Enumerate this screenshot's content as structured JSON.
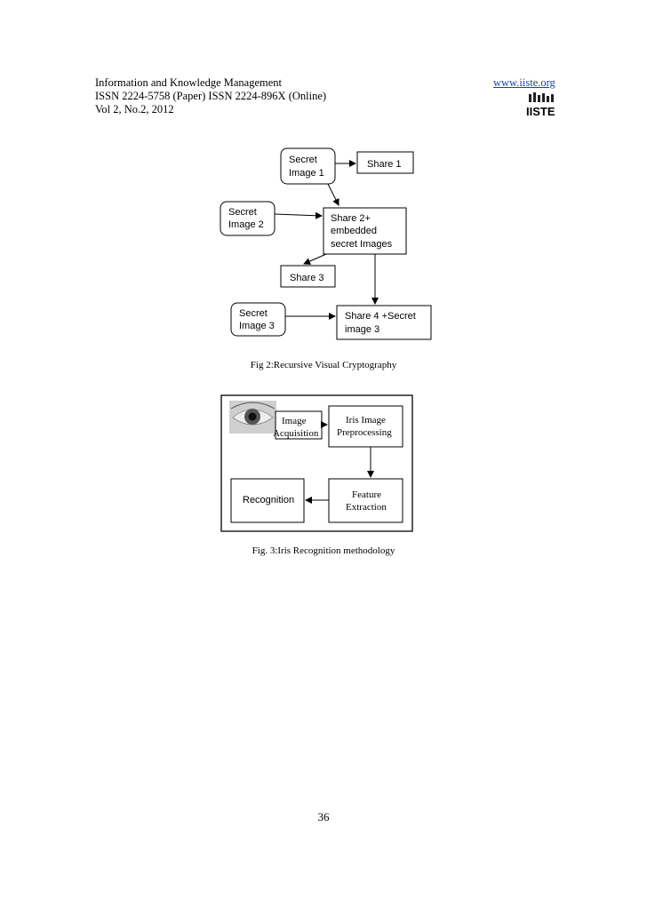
{
  "header": {
    "journal": "Information and Knowledge Management",
    "issn": "ISSN 2224-5758 (Paper) ISSN 2224-896X (Online)",
    "volume": "Vol 2, No.2, 2012",
    "url": "www.iiste.org",
    "logo_text": "IISTE"
  },
  "fig2": {
    "caption": "Fig 2:Recursive Visual Cryptography",
    "secret1": [
      "Secret",
      "Image 1"
    ],
    "share1": "Share 1",
    "secret2": [
      "Secret",
      "Image 2"
    ],
    "share2": [
      "Share 2+",
      "embedded",
      "secret Images"
    ],
    "share3": "Share 3",
    "secret3": [
      "Secret",
      "Image 3"
    ],
    "share4": [
      "Share 4 +Secret",
      "image 3"
    ]
  },
  "fig3": {
    "caption": "Fig. 3:Iris Recognition methodology",
    "acquisition": [
      "Image",
      "Acquisition"
    ],
    "preprocessing": [
      "Iris Image",
      "Preprocessing"
    ],
    "feature": [
      "Feature",
      "Extraction"
    ],
    "recognition": "Recognition",
    "eye_icon": "eye-icon"
  },
  "page_number": "36"
}
